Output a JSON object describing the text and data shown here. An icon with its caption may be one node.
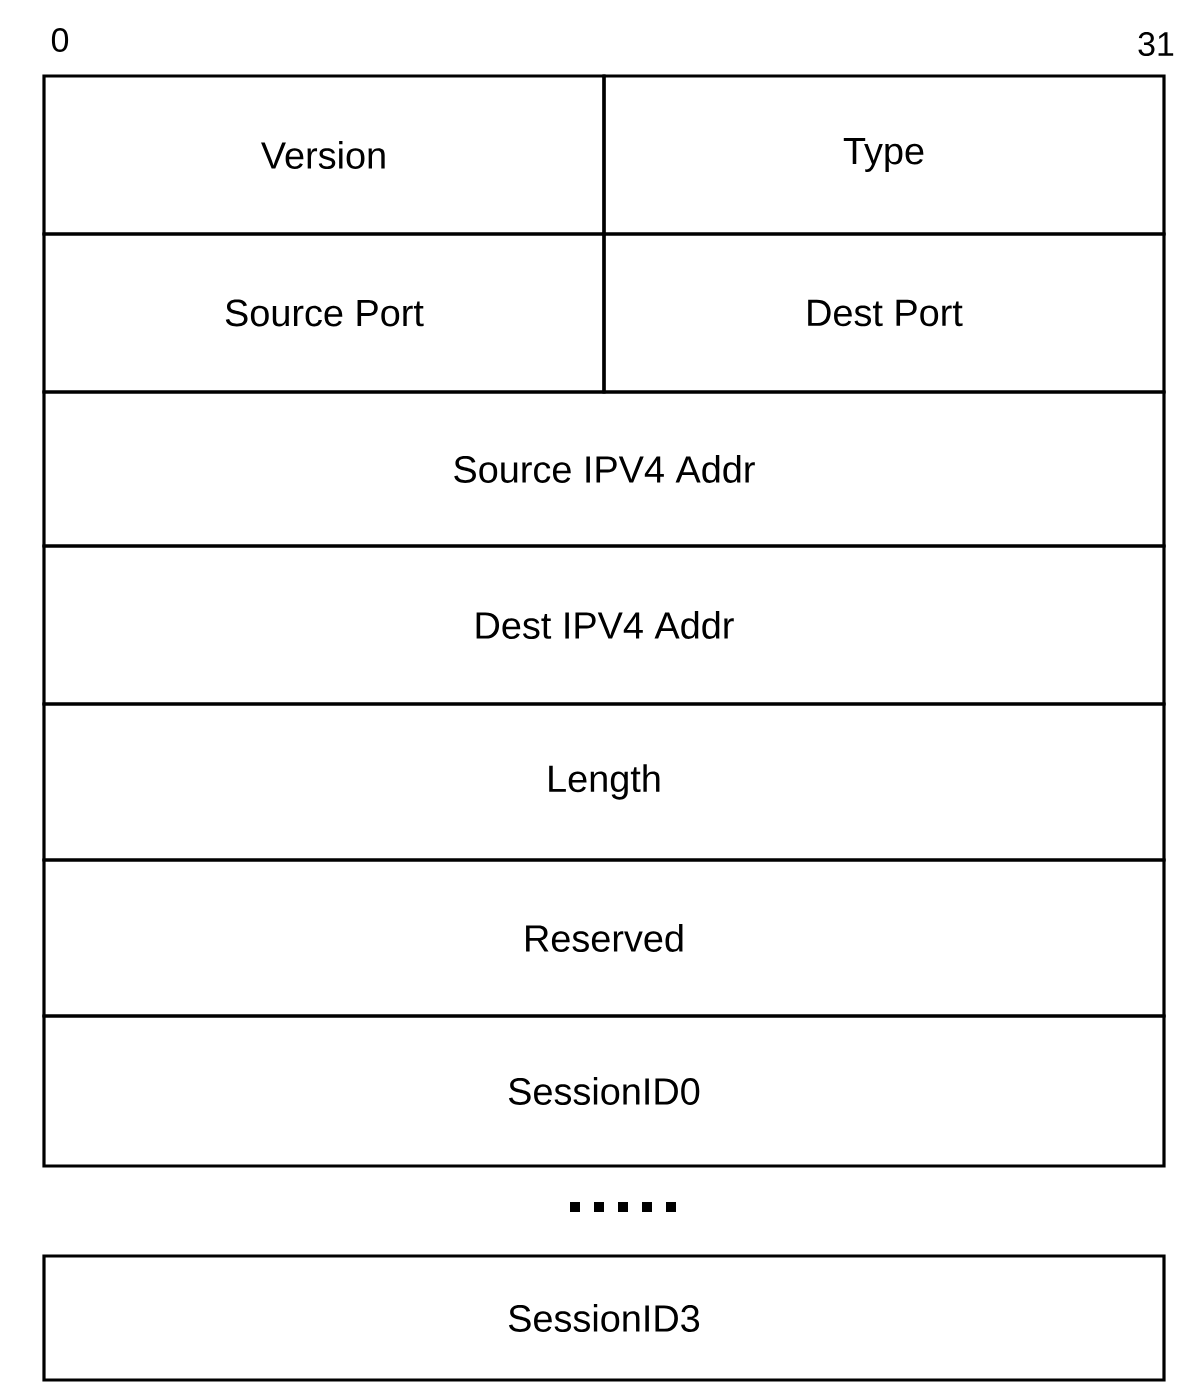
{
  "diagram": {
    "nodes": [
      {
        "text": [
          "Version"
        ]
      },
      {
        "text": [
          "Type"
        ]
      },
      {
        "text": [
          "Source Port"
        ]
      },
      {
        "text": [
          "Dest Port"
        ]
      },
      {
        "text": [
          "Source IPV4 Addr"
        ]
      },
      {
        "text": [
          "Dest IPV4 Addr"
        ]
      },
      {
        "text": [
          "Length"
        ]
      },
      {
        "text": [
          "Reserved"
        ]
      },
      {
        "text": [
          "SessionID0"
        ]
      },
      {
        "text": [
          "SessionID3"
        ]
      }
    ],
    "labels": [
      "0",
      "31"
    ]
  }
}
